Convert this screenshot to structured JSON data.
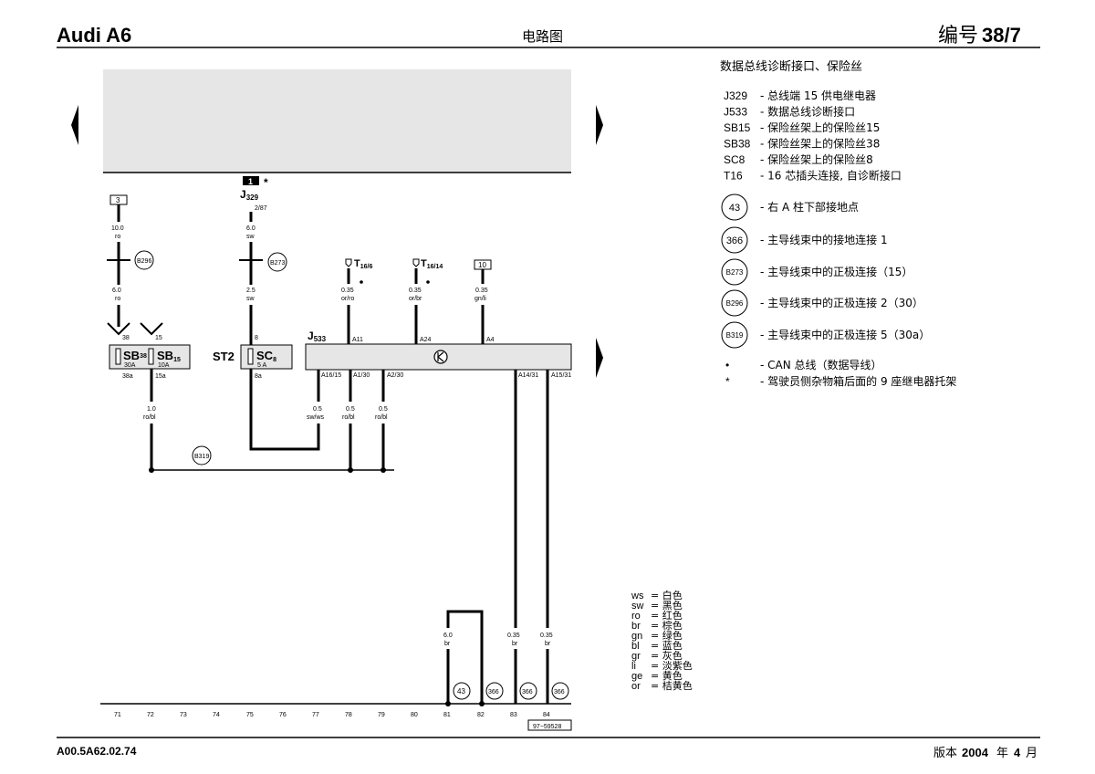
{
  "header": {
    "brand": "Audi A6",
    "center": "电路图",
    "number_label": "编号",
    "number": "38/7"
  },
  "footer": {
    "code": "A00.5A62.02.74",
    "version_prefix": "版本",
    "version_year": "2004",
    "version_mid": "年",
    "version_month": "4",
    "version_suffix": "月",
    "drawing_no": "97−59528"
  },
  "legend": {
    "title": "数据总线诊断接口、保险丝",
    "components": [
      {
        "code": "J329",
        "desc": "- 总线端 15 供电继电器"
      },
      {
        "code": "J533",
        "desc": "- 数据总线诊断接口"
      },
      {
        "code": "SB15",
        "desc": "- 保险丝架上的保险丝15"
      },
      {
        "code": "SB38",
        "desc": "- 保险丝架上的保险丝38"
      },
      {
        "code": "SC8",
        "desc": "- 保险丝架上的保险丝8"
      },
      {
        "code": "T16",
        "desc": "- 16 芯插头连接, 自诊断接口"
      }
    ],
    "connectors": [
      {
        "code": "43",
        "desc": "- 右 A 柱下部接地点"
      },
      {
        "code": "366",
        "desc": "- 主导线束中的接地连接 1"
      },
      {
        "code": "B273",
        "desc": "- 主导线束中的正极连接（15）"
      },
      {
        "code": "B296",
        "desc": "- 主导线束中的正极连接 2（30）"
      },
      {
        "code": "B319",
        "desc": "- 主导线束中的正极连接 5（30a）"
      }
    ],
    "notes": [
      {
        "sym": "•",
        "desc": "- CAN 总线（数据导线）"
      },
      {
        "sym": "*",
        "desc": "- 驾驶员侧杂物箱后面的 9 座继电器托架"
      }
    ]
  },
  "colors_key": [
    {
      "code": "ws",
      "name": "= 白色"
    },
    {
      "code": "sw",
      "name": "= 黑色"
    },
    {
      "code": "ro",
      "name": "= 红色"
    },
    {
      "code": "br",
      "name": "= 棕色"
    },
    {
      "code": "gn",
      "name": "= 绿色"
    },
    {
      "code": "bl",
      "name": "= 蓝色"
    },
    {
      "code": "gr",
      "name": "= 灰色"
    },
    {
      "code": "li",
      "name": "= 淡紫色"
    },
    {
      "code": "ge",
      "name": "= 黄色"
    },
    {
      "code": "or",
      "name": "= 桔黄色"
    }
  ],
  "diagram": {
    "relay_plate_num": "1",
    "relay_star": "*",
    "j329_label": "J",
    "j329_sub": "329",
    "j329_pin": "2/87",
    "j533_label": "J",
    "j533_sub": "533",
    "st2": "ST2",
    "box3": "3",
    "box10": "10",
    "t16_6": "T",
    "t16_6_sub": "16/6",
    "t16_14": "T",
    "t16_14_sub": "16/14",
    "wires": {
      "w1_top": [
        "10.0",
        "ro"
      ],
      "w1_mid": [
        "6.0",
        "ro"
      ],
      "w1_bot": [
        "1.0",
        "ro/bl"
      ],
      "w2_top": [
        "6.0",
        "sw"
      ],
      "w2_mid": [
        "2.5",
        "sw"
      ],
      "w3": [
        "0.35",
        "or/ro"
      ],
      "w4": [
        "0.35",
        "or/br"
      ],
      "w5": [
        "0.35",
        "gn/li"
      ],
      "w6": [
        "0.5",
        "sw/ws"
      ],
      "w7": [
        "0.5",
        "ro/bl"
      ],
      "w8": [
        "0.5",
        "ro/bl"
      ],
      "w9": [
        "6.0",
        "br"
      ],
      "w10": [
        "0.35",
        "br"
      ],
      "w11": [
        "0.35",
        "br"
      ]
    },
    "pins": {
      "p38": "38",
      "p15": "15",
      "p38a": "38a",
      "p15a": "15a",
      "p8": "8",
      "p8a": "8a",
      "a11": "A11",
      "a24": "A24",
      "a4": "A4",
      "a16": "A16/15",
      "a1": "A1/30",
      "a2": "A2/30",
      "a14": "A14/31",
      "a15": "A15/31"
    },
    "fuses": {
      "sb38": "SB",
      "sb38_sub": "38",
      "sb38_rating": "30A",
      "sb15": "SB",
      "sb15_sub": "15",
      "sb15_rating": "10A",
      "sc8": "SC",
      "sc8_sub": "8",
      "sc8_rating": "5 A"
    },
    "splices": {
      "b296": "B296",
      "b273": "B273",
      "b319": "B319",
      "g43": "43",
      "g366a": "366",
      "g366b": "366",
      "g366c": "366"
    },
    "track": [
      "71",
      "72",
      "73",
      "74",
      "75",
      "76",
      "77",
      "78",
      "79",
      "80",
      "81",
      "82",
      "83",
      "84"
    ]
  }
}
